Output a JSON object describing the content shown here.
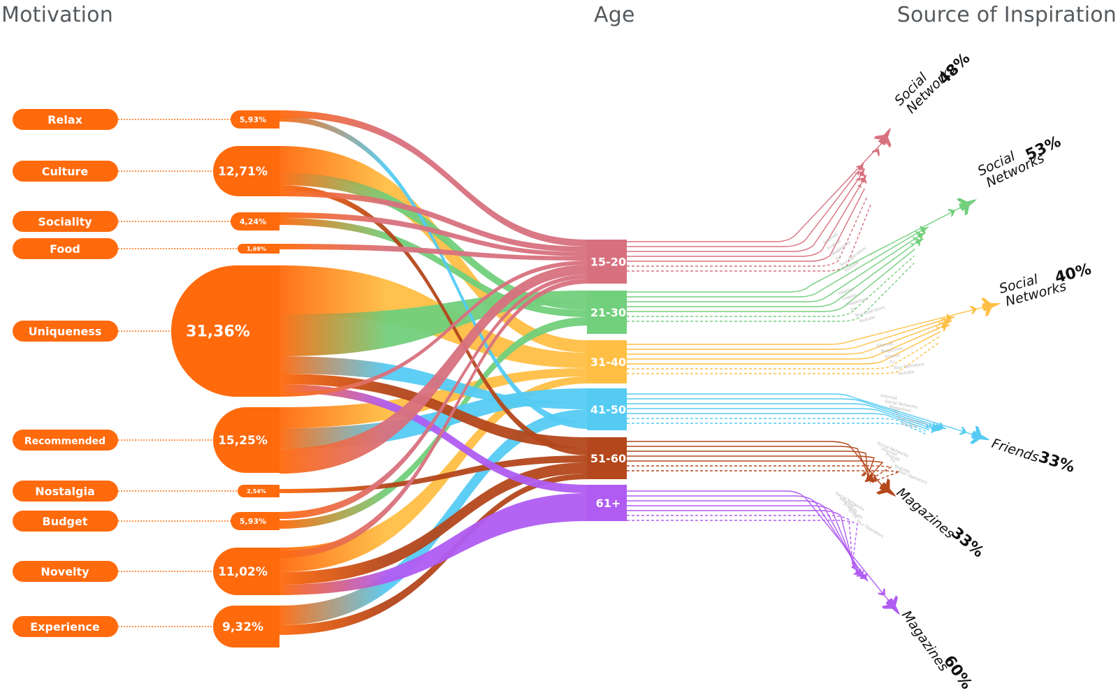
{
  "headers": {
    "motivation": "Motivation",
    "age": "Age",
    "source": "Source of Inspiration"
  },
  "colors": {
    "motivation": "#ff6a0d",
    "age_15_20": "#d8717f",
    "age_21_30": "#72cf7c",
    "age_31_40": "#ffbf45",
    "age_41_50": "#55cbf3",
    "age_51_60": "#b4471c",
    "age_61_plus": "#b05cf2",
    "header_text": "#555a5e"
  },
  "chart_data": {
    "type": "sankey",
    "motivations": [
      {
        "label": "Relax",
        "value": "5,93%"
      },
      {
        "label": "Culture",
        "value": "12,71%"
      },
      {
        "label": "Sociality",
        "value": "4,24%"
      },
      {
        "label": "Food",
        "value": "1,69%"
      },
      {
        "label": "Uniqueness",
        "value": "31,36%"
      },
      {
        "label": "Recommended",
        "value": "15,25%"
      },
      {
        "label": "Nostalgia",
        "value": "2,54%"
      },
      {
        "label": "Budget",
        "value": "5,93%"
      },
      {
        "label": "Novelty",
        "value": "11,02%"
      },
      {
        "label": "Experience",
        "value": "9,32%"
      }
    ],
    "ages": [
      {
        "label": "15-20",
        "color": "#d8717f"
      },
      {
        "label": "21-30",
        "color": "#72cf7c"
      },
      {
        "label": "31-40",
        "color": "#ffbf45"
      },
      {
        "label": "41-50",
        "color": "#55cbf3"
      },
      {
        "label": "51-60",
        "color": "#b4471c"
      },
      {
        "label": "61+",
        "color": "#b05cf2"
      }
    ],
    "sources": [
      {
        "age": "15-20",
        "top_source": "Social Networks",
        "percent": "48%",
        "others": [
          "Internet",
          "Friends",
          "Magazines",
          "TV",
          "Tour Operators",
          "Youtube"
        ]
      },
      {
        "age": "21-30",
        "top_source": "Social Networks",
        "percent": "53%",
        "others": [
          "Internet",
          "Friends",
          "Magazines",
          "TV",
          "Tour Operators",
          "Youtube"
        ]
      },
      {
        "age": "31-40",
        "top_source": "Social Networks",
        "percent": "40%",
        "others": [
          "Internet",
          "Magazines",
          "Friends",
          "TV",
          "Tour Operators",
          "Youtube"
        ]
      },
      {
        "age": "41-50",
        "top_source": "Friends",
        "percent": "33%",
        "others": [
          "Internet",
          "Social Networks",
          "Magazines",
          "TV",
          "Tour Operators",
          "Youtube"
        ]
      },
      {
        "age": "51-60",
        "top_source": "Magazines",
        "percent": "33%",
        "others": [
          "Social Networks",
          "Internet",
          "Friends",
          "TV",
          "Youtube",
          "Tour Operators"
        ]
      },
      {
        "age": "61+",
        "top_source": "Magazines",
        "percent": "60%",
        "others": [
          "Social Networks",
          "Internet",
          "Friends",
          "Youtube",
          "TV",
          "Tour Operators"
        ]
      }
    ]
  }
}
